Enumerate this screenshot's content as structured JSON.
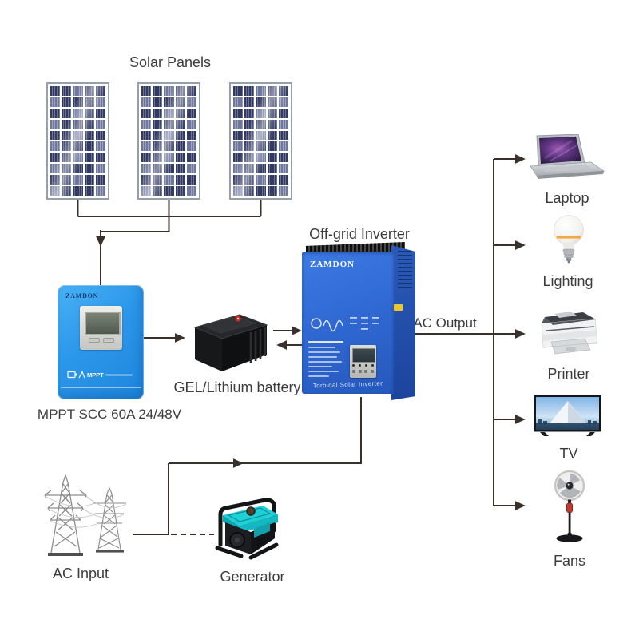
{
  "labels": {
    "solar_panels": "Solar Panels",
    "mppt_controller": "MPPT SCC 60A 24/48V",
    "battery": "GEL/Lithium battery",
    "inverter": "Off-grid Inverter",
    "ac_output": "AC Output",
    "ac_input": "AC Input",
    "generator": "Generator"
  },
  "devices": [
    {
      "name": "laptop",
      "label": "Laptop"
    },
    {
      "name": "lighting",
      "label": "Lighting"
    },
    {
      "name": "printer",
      "label": "Printer"
    },
    {
      "name": "tv",
      "label": "TV"
    },
    {
      "name": "fans",
      "label": "Fans"
    }
  ],
  "equipment": {
    "controller_brand": "ZAMDON",
    "inverter_brand": "ZAMDON",
    "inverter_tagline": "Toroidal Solar Inverter",
    "controller_logo": "MPPT"
  },
  "solar": {
    "panel_count": 3,
    "cell_rows": 10,
    "cell_cols": 5
  },
  "colors": {
    "wire": "#3a302c",
    "controller_blue": "#2f9ceb",
    "inverter_blue": "#2f68cf",
    "inverter_side_blue": "#1d4a9e",
    "battery_black": "#141516",
    "generator_teal": "#18c6cc",
    "panel_cell_dark": "#333a5e",
    "panel_cell_light": "#9ba3c4",
    "text": "#3c3c3c"
  }
}
